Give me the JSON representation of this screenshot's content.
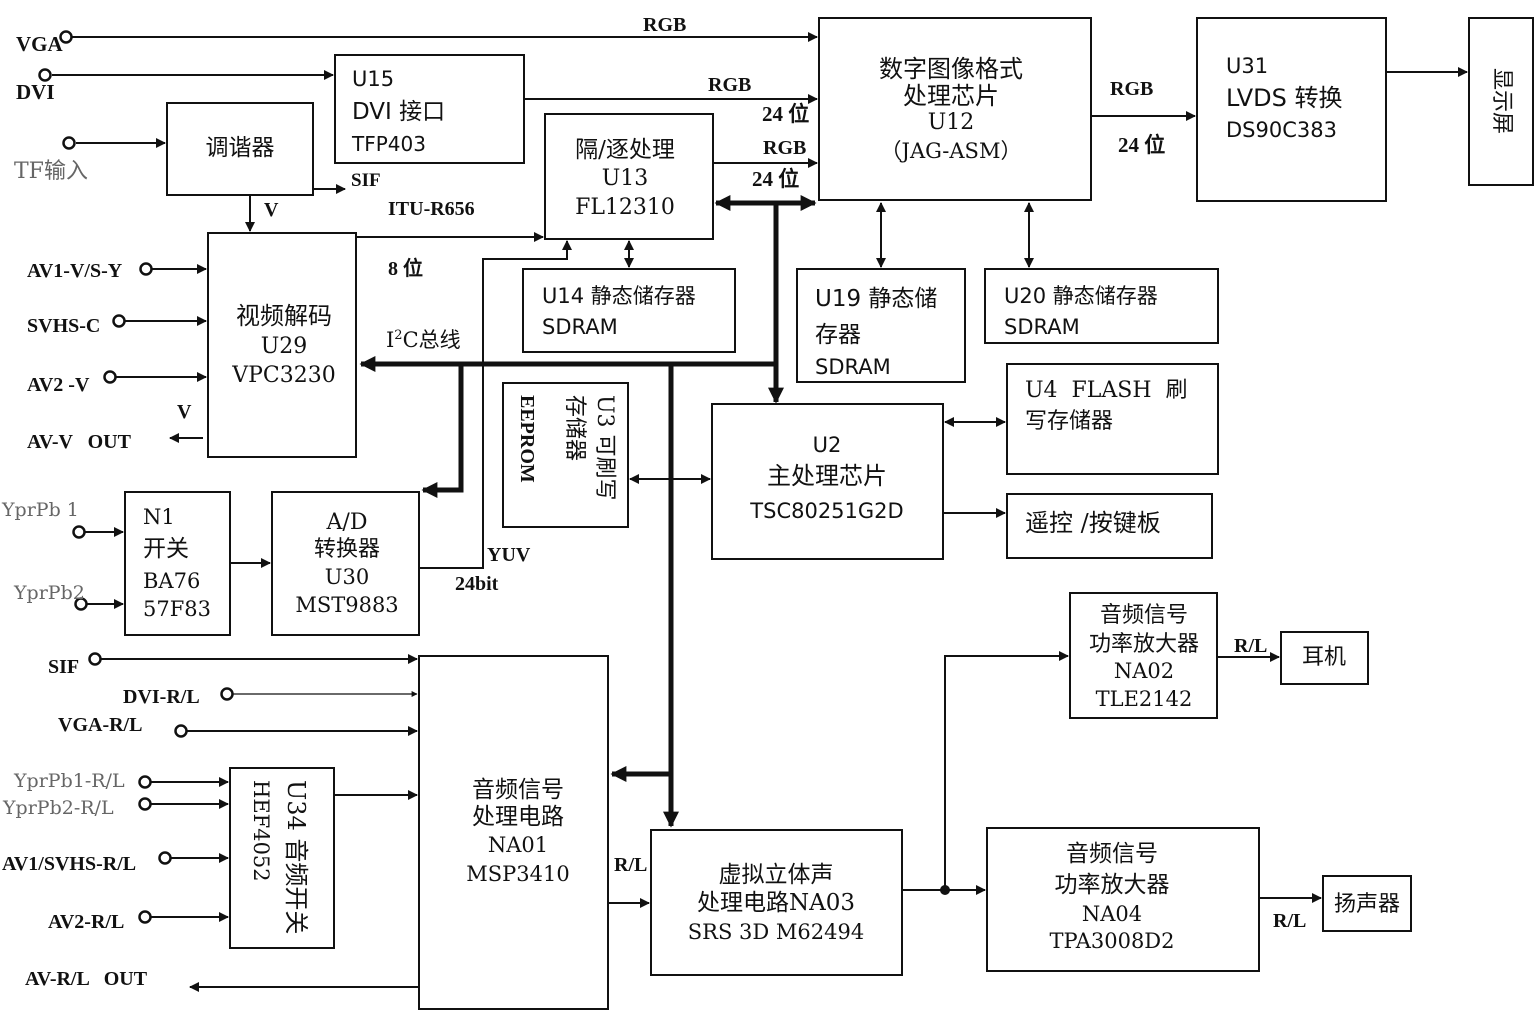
{
  "blocks": {
    "u15": {
      "line1": "U15",
      "line2": "DVI 接口",
      "line3": "TFP403"
    },
    "tuner": {
      "label": "调谐器"
    },
    "u13": {
      "line1": "隔/逐处理",
      "line2": "U13",
      "line3": "FL12310"
    },
    "u12": {
      "line1": "数字图像格式",
      "line2": "处理芯片",
      "line3": "U12",
      "line4": "（JAG-ASM）"
    },
    "u31": {
      "line1": "U31",
      "line2": "LVDS 转换",
      "line3": "DS90C383"
    },
    "display": {
      "label": "显示屏"
    },
    "u29": {
      "line1": "视频解码",
      "line2": "U29",
      "line3": "VPC3230"
    },
    "u14": {
      "line1": "U14 静态储存器",
      "line2": "SDRAM"
    },
    "u19": {
      "line1": "U19 静态储",
      "line2": "存器",
      "line3": "SDRAM"
    },
    "u20": {
      "line1": "U20 静态储存器",
      "line2": "SDRAM"
    },
    "u3": {
      "line1": "U3 可刷写",
      "line2": "存储器",
      "line3": "EEPROM"
    },
    "u2": {
      "line1": "U2",
      "line2": "主处理芯片",
      "line3": "TSC80251G2D"
    },
    "u4": {
      "line1": "U4  FLASH  刷",
      "line2": "写存储器"
    },
    "remote": {
      "label": "遥控 /按键板"
    },
    "n1": {
      "line1": "N1",
      "line2": "开关",
      "line3": "BA76",
      "line4": "57F83"
    },
    "u30": {
      "line1": "A/D",
      "line2": "转换器",
      "line3": "U30",
      "line4": "MST9883"
    },
    "na02": {
      "line1": "音频信号",
      "line2": "功率放大器",
      "line3": "NA02",
      "line4": "TLE2142"
    },
    "earphone": {
      "label": "耳机"
    },
    "na01": {
      "line1": "音频信号",
      "line2": "处理电路",
      "line3": "NA01",
      "line4": "MSP3410"
    },
    "u34": {
      "line1": "U34 音频开关",
      "line2": "HEF4052"
    },
    "na03": {
      "line1": "虚拟立体声",
      "line2": "处理电路NA03",
      "line3": "SRS 3D M62494"
    },
    "na04": {
      "line1": "音频信号",
      "line2": "功率放大器",
      "line3": "NA04",
      "line4": "TPA3008D2"
    },
    "speaker": {
      "label": "扬声器"
    }
  },
  "inputs": {
    "vga": "VGA",
    "dvi": "DVI",
    "tf": "TF输入",
    "av1": "AV1-V/S-Y",
    "svhs": "SVHS-C",
    "av2": "AV2 -V",
    "avout": "AV-V   OUT",
    "ypb1": "YprPb 1",
    "ypb2": "YprPb2",
    "sif": "SIF",
    "dvirl": "DVI-R/L",
    "vgarl": "VGA-R/L",
    "ypb1rl": "YprPb1-R/L",
    "ypb2rl": "YprPb2-R/L",
    "av1rl": "AV1/SVHS-R/L",
    "av2rl": "AV2-R/L",
    "avrlout": "AV-R/L   OUT"
  },
  "signals": {
    "rgb_top": "RGB",
    "rgb_dvi": "RGB",
    "rgb_u13": "RGB",
    "rgb_out": "RGB",
    "bits24_a": "24 位",
    "bits24_b": "24 位",
    "bits24_c": "24 位",
    "sif": "SIF",
    "v_tuner": "V",
    "itu": "ITU-R656",
    "bits8": "8 位",
    "i2c_pre": "I",
    "i2c_sup": "2",
    "i2c_post": "C总线",
    "v_out": "V",
    "yuv": "YUV",
    "bit24": "24bit",
    "rl_na01": "R/L",
    "rl_ear": "R/L",
    "rl_spk": "R/L"
  },
  "colors": {
    "line": "#111111",
    "background": "#ffffff",
    "secondary_label": "#666666"
  }
}
